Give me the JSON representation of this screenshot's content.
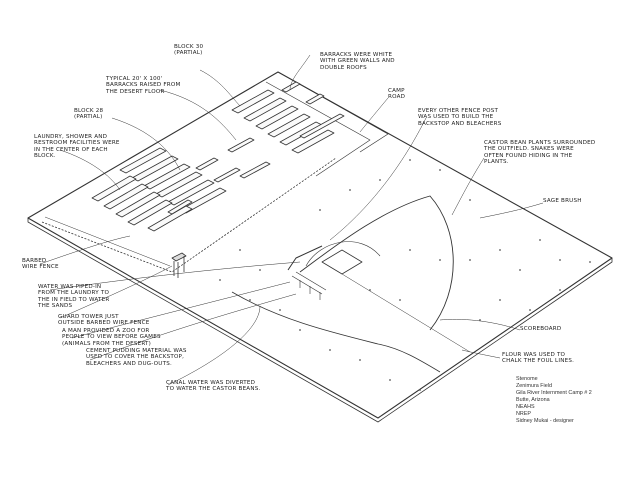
{
  "annotations": {
    "block30": "Block 30\n(Partial)",
    "typical_barracks": "Typical 20' x 100'\nbarracks raised from\nthe desert floor",
    "barracks_white": "Barracks were white\nwith green walls and\ndouble roofs",
    "camp_road": "Camp\nroad",
    "block28": "Block 28\n(Partial)",
    "laundry_shower": "Laundry, shower and\nrestroom facilities were\nin the center of each\nblock.",
    "fence_posts": "Every other fence post\nwas used to build the\nbackstop and bleachers",
    "castor_beans": "Castor bean plants surrounded\nthe outfield. Snakes were\noften found hiding in the\nplants.",
    "sage_brush": "Sage brush",
    "barbed_fence": "Barbed\nwire fence",
    "water_piped": "Water was piped-in\nfrom the laundry to\nthe in field to water\nthe sands",
    "guard_tower": "Guard tower just\noutside barbed wire fence",
    "zoo": "A man provided a zoo for\npeople to view before games\n(animals from the desert)",
    "cement": "Cement pudding material was\nused to cover the backstop,\nbleachers and dug-outs.",
    "scoreboard": "Scoreboard",
    "flour": "Flour was used to\nchalk the foul lines.",
    "canal": "Canal water was diverted\nto water the castor beans."
  },
  "credit": {
    "line1": "Stenome",
    "line2": "Zenimura Field",
    "line3": "Gila River Internment Camp # 2",
    "line4": "Butte, Arizona",
    "line5": "NEAHS",
    "line6": "NREP",
    "line7": "Sidney Mukai - designer"
  }
}
